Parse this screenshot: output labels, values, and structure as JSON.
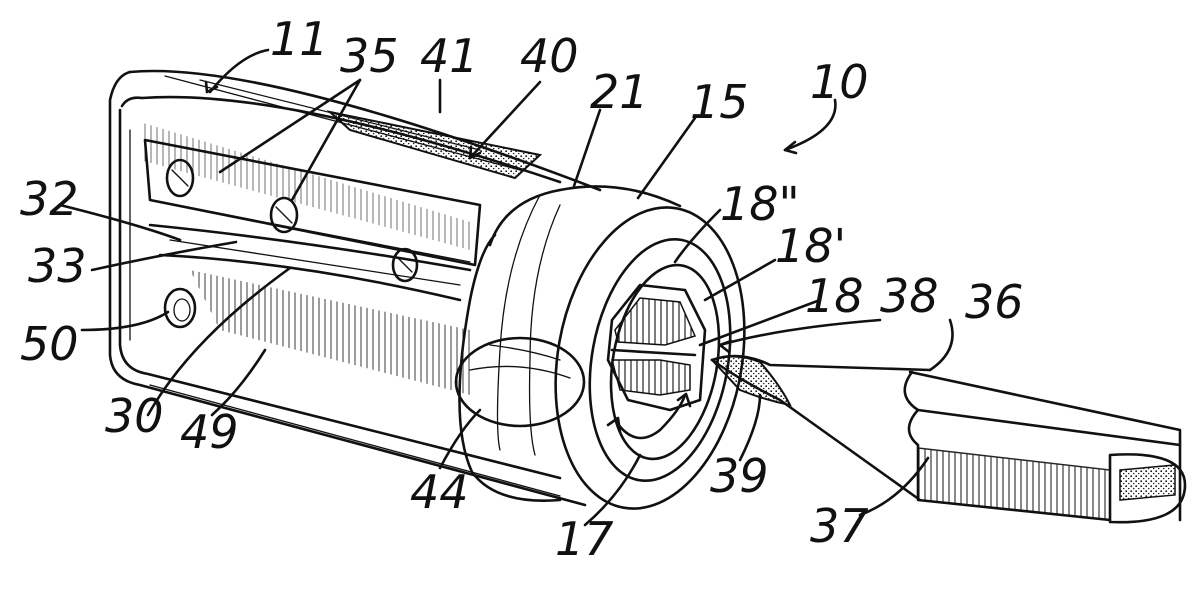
{
  "figure": {
    "labels": {
      "l11": "11",
      "l35": "35",
      "l41": "41",
      "l40": "40",
      "l21": "21",
      "l15": "15",
      "l10": "10",
      "l32": "32",
      "l18pp": "18\"",
      "l18p": "18'",
      "l33": "33",
      "l18": "18",
      "l38": "38",
      "l36": "36",
      "l50": "50",
      "l30": "30",
      "l49": "49",
      "l44": "44",
      "l39": "39",
      "l17": "17",
      "l37": "37"
    },
    "colors": {
      "ink": "#111111",
      "paper": "#ffffff"
    }
  }
}
